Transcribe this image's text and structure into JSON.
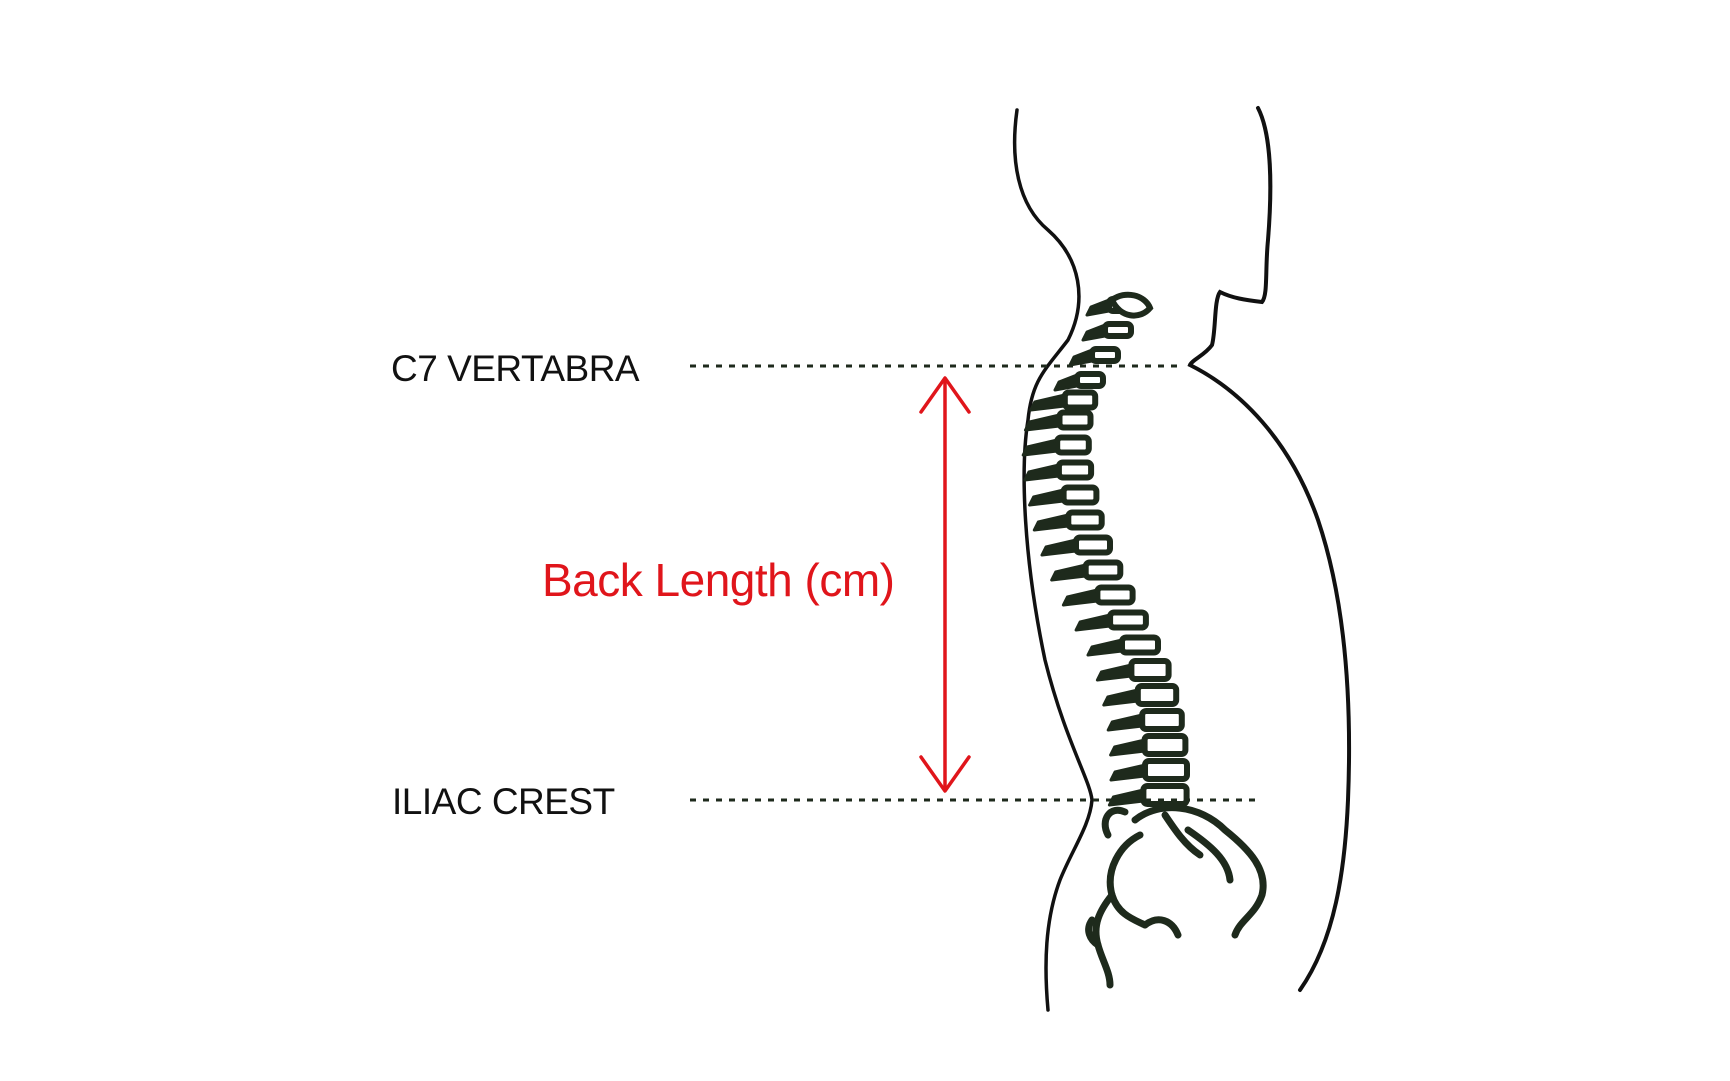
{
  "landmarks": {
    "top_label": "C7 VERTABRA",
    "bottom_label": "ILIAC CREST"
  },
  "measurement": {
    "label": "Back Length (cm)"
  },
  "colors": {
    "accent": "#e0151b",
    "outline": "#111111",
    "spine": "#1e2a1c",
    "guide_line": "#1e2a1c"
  },
  "figure": {
    "icon": "human-torso-side-profile-with-spine"
  }
}
